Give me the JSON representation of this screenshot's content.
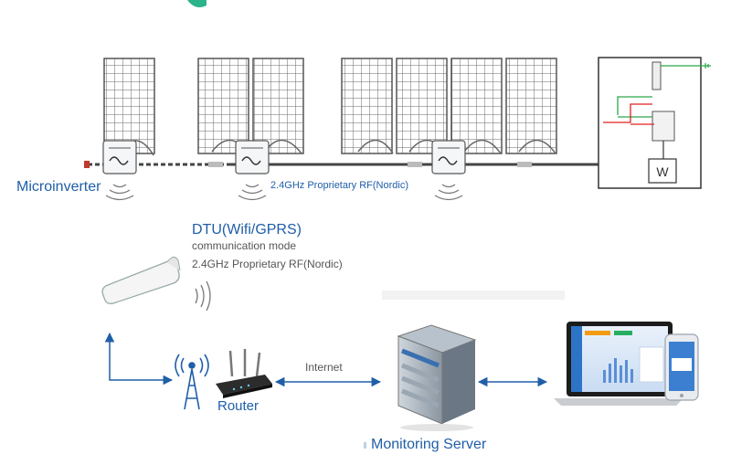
{
  "labels": {
    "microinverter": "Microinverter",
    "rf_link": "2.4GHz Proprietary RF(Nordic)",
    "dtu_title": "DTU(Wifi/GPRS)",
    "dtu_mode": "communication mode",
    "dtu_rf": "2.4GHz Proprietary RF(Nordic)",
    "router": "Router",
    "internet": "Internet",
    "monitoring_server": "Monitoring Server",
    "meter_symbol": "W"
  },
  "colors": {
    "accent_blue": "#1f5ea8",
    "live_wire": "#e02020",
    "earth_wire": "#2aa84a",
    "cable": "#333333",
    "teal_logo": "#2bb38a"
  },
  "icons": [
    "solar-panel-icon",
    "microinverter-icon",
    "wireless-signal-icon",
    "dtu-stick-icon",
    "antenna-tower-icon",
    "router-icon",
    "server-icon",
    "laptop-icon",
    "smartphone-icon",
    "electric-meter-icon"
  ]
}
